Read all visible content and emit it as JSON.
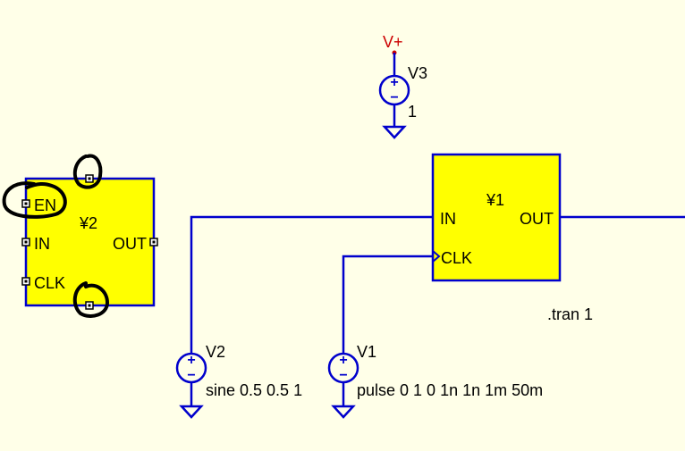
{
  "colors": {
    "background": "#FFFFE8",
    "wire": "#0000CC",
    "component_fill": "#FFFF00",
    "component_stroke": "#0000CC",
    "text": "#000000",
    "net_label": "#CC0000",
    "annotation": "#000000"
  },
  "schematic": {
    "net_label": "V+",
    "spice_directive": ".tran 1",
    "sources": [
      {
        "ref": "V3",
        "value": "1"
      },
      {
        "ref": "V2",
        "value": "sine 0.5 0.5 1"
      },
      {
        "ref": "V1",
        "value": "pulse 0 1 0 1n 1n 1m 50m"
      }
    ],
    "blocks": [
      {
        "ref": "¥1",
        "pins": {
          "in": "IN",
          "clk": "CLK",
          "out": "OUT"
        }
      },
      {
        "ref": "¥2",
        "pins": {
          "en": "EN",
          "in": "IN",
          "clk": "CLK",
          "out": "OUT"
        }
      }
    ],
    "source_symbols": {
      "plus": "+",
      "minus": "−"
    }
  }
}
